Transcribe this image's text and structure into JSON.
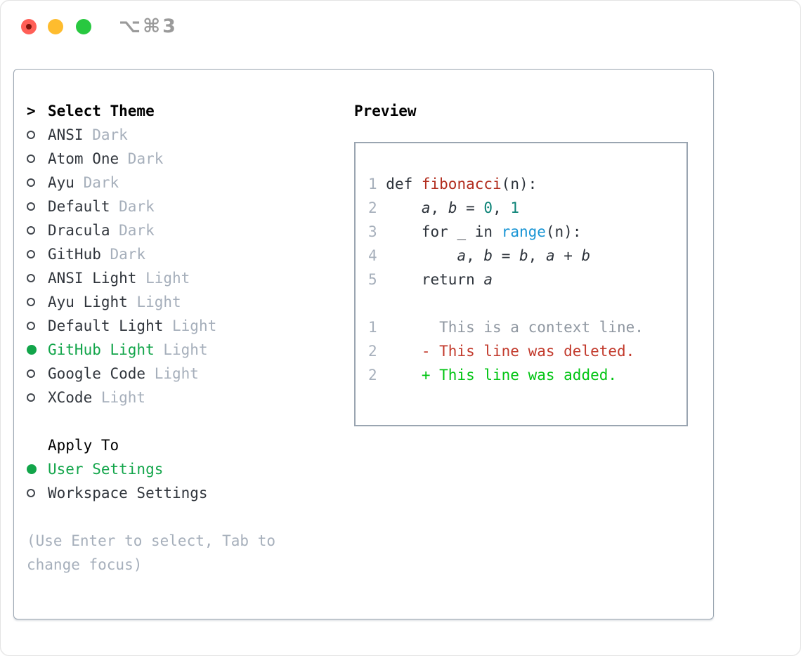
{
  "window": {
    "title": "⌥⌘3",
    "traffic_lights": [
      "close",
      "minimize",
      "zoom"
    ]
  },
  "colors": {
    "selected_green": "#12a54a",
    "added_green": "#00c412",
    "deleted_red": "#c23a2c",
    "function_red": "#b22d1e",
    "builtin_blue": "#1794d4",
    "number_teal": "#0c8377",
    "panel_border": "#9aa5b1"
  },
  "theme_panel": {
    "prompt": ">",
    "header": "Select Theme",
    "items": [
      {
        "name": "ANSI",
        "variant": "Dark",
        "selected": false
      },
      {
        "name": "Atom One",
        "variant": "Dark",
        "selected": false
      },
      {
        "name": "Ayu",
        "variant": "Dark",
        "selected": false
      },
      {
        "name": "Default",
        "variant": "Dark",
        "selected": false
      },
      {
        "name": "Dracula",
        "variant": "Dark",
        "selected": false
      },
      {
        "name": "GitHub",
        "variant": "Dark",
        "selected": false
      },
      {
        "name": "ANSI Light",
        "variant": "Light",
        "selected": false
      },
      {
        "name": "Ayu Light",
        "variant": "Light",
        "selected": false
      },
      {
        "name": "Default Light",
        "variant": "Light",
        "selected": false
      },
      {
        "name": "GitHub Light",
        "variant": "Light",
        "selected": true
      },
      {
        "name": "Google Code",
        "variant": "Light",
        "selected": false
      },
      {
        "name": "XCode",
        "variant": "Light",
        "selected": false
      }
    ],
    "apply_to": {
      "header": "Apply To",
      "options": [
        {
          "label": "User Settings",
          "selected": true
        },
        {
          "label": "Workspace Settings",
          "selected": false
        }
      ]
    },
    "hint": "(Use Enter to select, Tab to change focus)"
  },
  "preview": {
    "header": "Preview",
    "lines": [
      {
        "num": "1",
        "segments": [
          {
            "t": " def ",
            "c": "d"
          },
          {
            "t": "fibonacci",
            "c": "r"
          },
          {
            "t": "(n):",
            "c": "d"
          }
        ]
      },
      {
        "num": "2",
        "segments": [
          {
            "t": "     ",
            "c": "d"
          },
          {
            "t": "a",
            "c": "v"
          },
          {
            "t": ", ",
            "c": "d"
          },
          {
            "t": "b",
            "c": "v"
          },
          {
            "t": " = ",
            "c": "d"
          },
          {
            "t": "0",
            "c": "t"
          },
          {
            "t": ", ",
            "c": "d"
          },
          {
            "t": "1",
            "c": "t"
          }
        ]
      },
      {
        "num": "3",
        "segments": [
          {
            "t": "     for _ in ",
            "c": "d"
          },
          {
            "t": "range",
            "c": "b"
          },
          {
            "t": "(n):",
            "c": "d"
          }
        ]
      },
      {
        "num": "4",
        "segments": [
          {
            "t": "         ",
            "c": "d"
          },
          {
            "t": "a",
            "c": "v"
          },
          {
            "t": ", ",
            "c": "d"
          },
          {
            "t": "b",
            "c": "v"
          },
          {
            "t": " = ",
            "c": "d"
          },
          {
            "t": "b",
            "c": "v"
          },
          {
            "t": ", ",
            "c": "d"
          },
          {
            "t": "a",
            "c": "v"
          },
          {
            "t": " + ",
            "c": "d"
          },
          {
            "t": "b",
            "c": "v"
          }
        ]
      },
      {
        "num": "5",
        "segments": [
          {
            "t": "     return ",
            "c": "d"
          },
          {
            "t": "a",
            "c": "v"
          }
        ]
      },
      {
        "num": "",
        "segments": []
      },
      {
        "num": "1",
        "segments": [
          {
            "t": "       This is a context line.",
            "c": "x"
          }
        ]
      },
      {
        "num": "2",
        "segments": [
          {
            "t": "     - This line was deleted.",
            "c": "-"
          }
        ]
      },
      {
        "num": "2",
        "segments": [
          {
            "t": "     + This line was added.",
            "c": "+"
          }
        ]
      }
    ]
  }
}
